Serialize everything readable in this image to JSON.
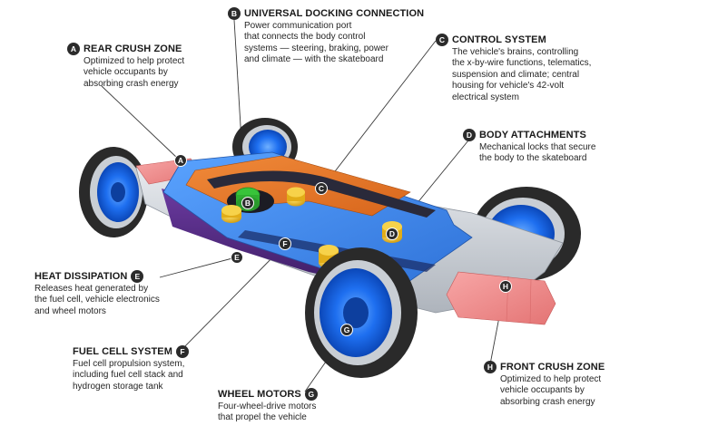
{
  "callouts": {
    "a": {
      "letter": "A",
      "title": "REAR CRUSH ZONE",
      "lines": [
        "Optimized to help protect",
        "vehicle occupants by",
        "absorbing crash energy"
      ]
    },
    "b": {
      "letter": "B",
      "title": "UNIVERSAL DOCKING CONNECTION",
      "lines": [
        "Power communication port",
        "that connects the body control",
        "systems — steering, braking, power",
        "and climate — with the skateboard"
      ]
    },
    "c": {
      "letter": "C",
      "title": "CONTROL SYSTEM",
      "lines": [
        "The vehicle's brains, controlling",
        "the x-by-wire functions, telematics,",
        "suspension and climate; central",
        "housing for vehicle's 42-volt",
        "electrical system"
      ]
    },
    "d": {
      "letter": "D",
      "title": "BODY ATTACHMENTS",
      "lines": [
        "Mechanical locks that secure",
        "the body to the skateboard"
      ]
    },
    "e": {
      "letter": "E",
      "title": "HEAT DISSIPATION",
      "lines": [
        "Releases heat generated by",
        "the fuel cell, vehicle electronics",
        "and wheel motors"
      ]
    },
    "f": {
      "letter": "F",
      "title": "FUEL CELL SYSTEM",
      "lines": [
        "Fuel cell propulsion system,",
        "including fuel cell stack and",
        "hydrogen storage tank"
      ]
    },
    "g": {
      "letter": "G",
      "title": "WHEEL MOTORS",
      "lines": [
        "Four-wheel-drive motors",
        "that propel the vehicle"
      ]
    },
    "h": {
      "letter": "H",
      "title": "FRONT CRUSH ZONE",
      "lines": [
        "Optimized to help protect",
        "vehicle occupants by",
        "absorbing crash energy"
      ]
    }
  },
  "markers": {
    "a": "A",
    "b": "B",
    "c": "C",
    "d": "D",
    "e": "E",
    "f": "F",
    "g": "G",
    "h": "H"
  },
  "colors": {
    "rear_crush": "#e07070",
    "front_crush": "#ee8a8a",
    "platform_orange": "#e37a2a",
    "platform_blue": "#3b86e0",
    "platform_purple": "#5a2d86",
    "docking_green": "#38c43a",
    "attachment_yellow": "#e8b820",
    "wheel_motor_blue": "#1e6ff0",
    "tire": "#2a2a2a"
  }
}
